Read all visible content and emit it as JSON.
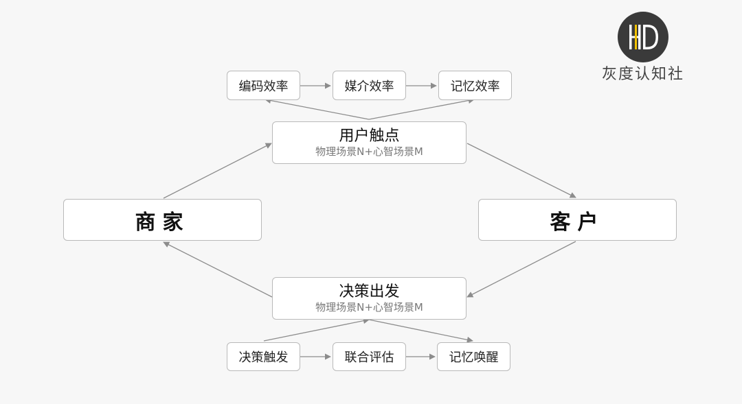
{
  "top_row": [
    "编码效率",
    "媒介效率",
    "记忆效率"
  ],
  "touchpoint": {
    "title": "用户触点",
    "subtitle": "物理场景N+心智场景M"
  },
  "merchant": "商家",
  "customer": "客户",
  "decision": {
    "title": "决策出发",
    "subtitle": "物理场景N+心智场景M"
  },
  "bottom_row": [
    "决策触发",
    "联合评估",
    "记忆唤醒"
  ],
  "brand": {
    "name": "灰度认知社",
    "logo_icon": "hd-monogram-icon"
  },
  "colors": {
    "line": "#8c8c8c",
    "border": "#b9b9b9",
    "logo_bg": "#3a3a3a",
    "logo_accent": "#f2c200"
  }
}
